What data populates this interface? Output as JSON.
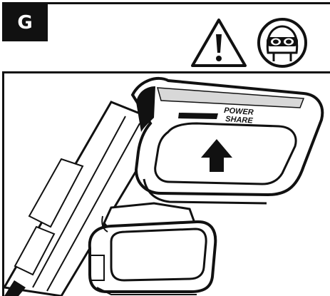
{
  "step": {
    "letter": "G"
  },
  "icons": {
    "warning": "warning-triangle-icon",
    "eye_protection": "safety-goggles-icon",
    "arrow": "arrow-up-icon"
  },
  "product": {
    "brand_line1": "POWER",
    "brand_line2": "SHARE"
  },
  "colors": {
    "ink": "#111111",
    "paper": "#ffffff",
    "shade": "#d8d8d8"
  }
}
